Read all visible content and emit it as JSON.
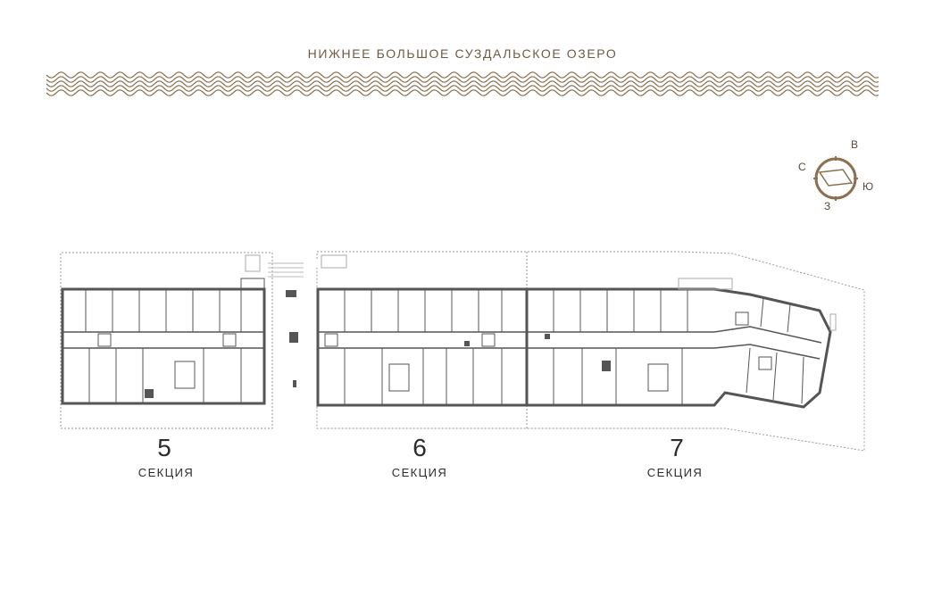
{
  "lake": {
    "title": "НИЖНЕЕ БОЛЬШОЕ СУЗДАЛЬСКОЕ ОЗЕРО"
  },
  "compass": {
    "north": "С",
    "east": "В",
    "south": "Ю",
    "west": "З"
  },
  "sections": [
    {
      "number": "5",
      "label": "СЕКЦИЯ"
    },
    {
      "number": "6",
      "label": "СЕКЦИЯ"
    },
    {
      "number": "7",
      "label": "СЕКЦИЯ"
    }
  ],
  "colors": {
    "accent": "#8b6f4e",
    "wall": "#555555",
    "wall_light": "#9a9a9a",
    "text": "#2c2c2c"
  }
}
